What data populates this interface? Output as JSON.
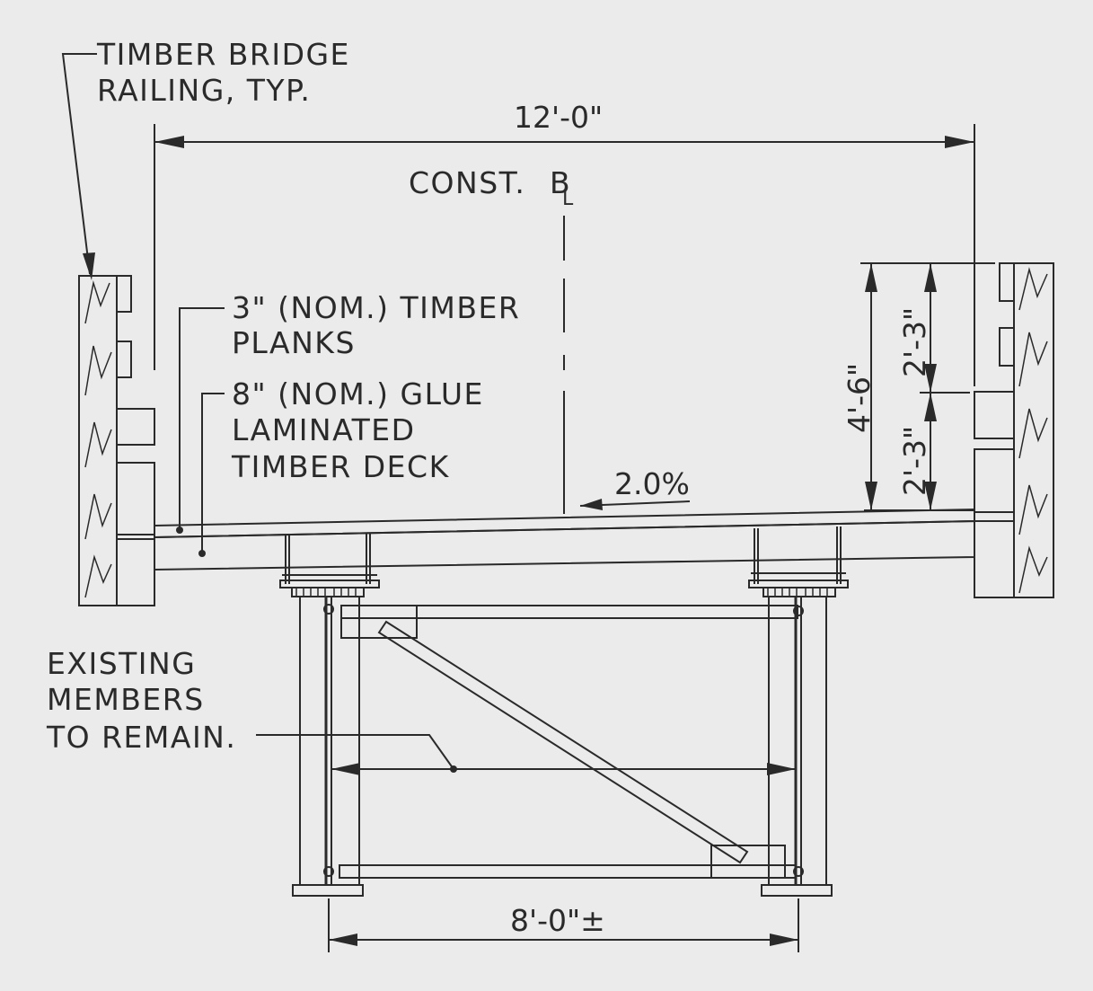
{
  "labels": {
    "railing_line1": "TIMBER BRIDGE",
    "railing_line2": "RAILING, TYP.",
    "planks_line1": "3\" (NOM.) TIMBER",
    "planks_line2": "PLANKS",
    "deck_line1": "8\" (NOM.) GLUE",
    "deck_line2": "LAMINATED",
    "deck_line3": "TIMBER DECK",
    "existing_line1": "EXISTING",
    "existing_line2": "MEMBERS",
    "existing_line3": "TO REMAIN.",
    "const_text": "CONST.",
    "centerline_symbol": "B",
    "centerline_sub": "L",
    "slope": "2.0%"
  },
  "dimensions": {
    "overall_width": "12'-0\"",
    "truss_spacing": "8'-0\"±",
    "rail_height": "4'-6\"",
    "rail_upper": "2'-3\"",
    "rail_lower": "2'-3\""
  }
}
